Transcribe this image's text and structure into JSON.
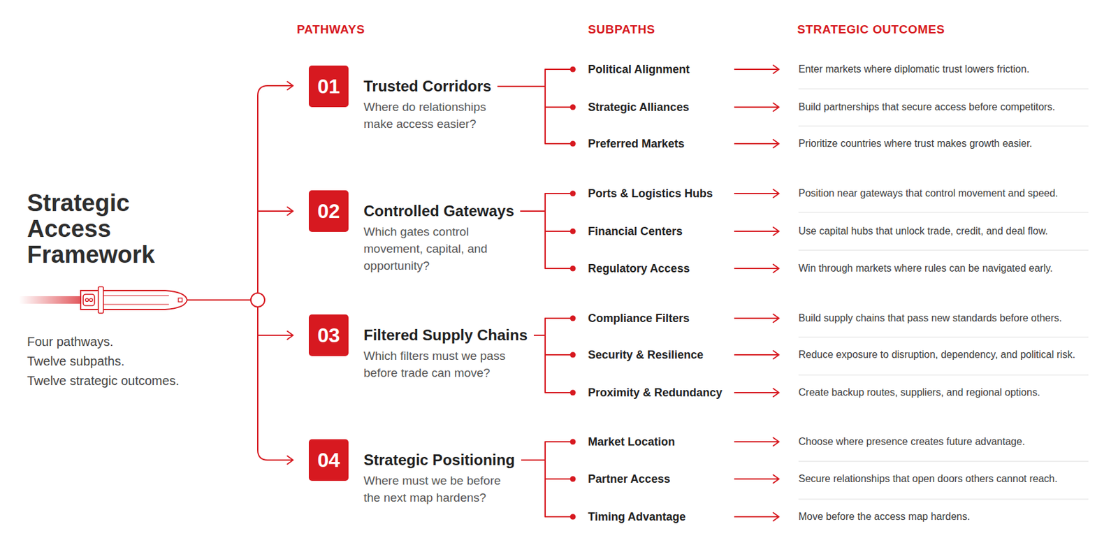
{
  "diagram": {
    "title": "Strategic Access Framework",
    "nodes": [
      {
        "text": [
          "01"
        ]
      },
      {
        "text": [
          "Trusted Corridors",
          "Where do relationships make access easier?"
        ]
      },
      {
        "text": [
          "Political Alignment"
        ]
      },
      {
        "text": [
          "Strategic Alliances"
        ]
      },
      {
        "text": [
          "Preferred Markets"
        ]
      },
      {
        "text": [
          "Enter markets where diplomatic trust lowers friction."
        ]
      },
      {
        "text": [
          "Build partnerships that secure access before competitors."
        ]
      },
      {
        "text": [
          "Prioritize countries where trust makes growth easier."
        ]
      },
      {
        "text": [
          "02"
        ]
      },
      {
        "text": [
          "Controlled Gateways",
          "Which gates control movement, capital, and opportunity?"
        ]
      },
      {
        "text": [
          "Ports & Logistics Hubs"
        ]
      },
      {
        "text": [
          "Financial Centers"
        ]
      },
      {
        "text": [
          "Regulatory Access"
        ]
      },
      {
        "text": [
          "Position near gateways that control movement and speed."
        ]
      },
      {
        "text": [
          "Use capital hubs that unlock trade, credit, and deal flow."
        ]
      },
      {
        "text": [
          "Win through markets where rules can be navigated early."
        ]
      },
      {
        "text": [
          "03"
        ]
      },
      {
        "text": [
          "Filtered Supply Chains",
          "Which filters must we pass before trade can move?"
        ]
      },
      {
        "text": [
          "Compliance Filters"
        ]
      },
      {
        "text": [
          "Security & Resilience"
        ]
      },
      {
        "text": [
          "Proximity & Redundancy"
        ]
      },
      {
        "text": [
          "Build supply chains that pass new standards before others."
        ]
      },
      {
        "text": [
          "Reduce exposure to disruption, dependency, and political risk."
        ]
      },
      {
        "text": [
          "Create backup routes, suppliers, and regional options."
        ]
      },
      {
        "text": [
          "04"
        ]
      },
      {
        "text": [
          "Strategic Positioning",
          "Where must we be before the next map hardens?"
        ]
      },
      {
        "text": [
          "Market Location"
        ]
      },
      {
        "text": [
          "Partner Access"
        ]
      },
      {
        "text": [
          "Timing Advantage"
        ]
      },
      {
        "text": [
          "Choose where presence creates future advantage."
        ]
      },
      {
        "text": [
          "Secure relationships that open doors others cannot reach."
        ]
      },
      {
        "text": [
          "Move before the access map hardens."
        ]
      }
    ],
    "edges": [
      {
        "from": 1,
        "to": 2,
        "arrow": "none"
      },
      {
        "from": 1,
        "to": 3,
        "arrow": "none"
      },
      {
        "from": 1,
        "to": 4,
        "arrow": "none"
      },
      {
        "from": 2,
        "to": 5,
        "arrow": "to"
      },
      {
        "from": 3,
        "to": 6,
        "arrow": "to"
      },
      {
        "from": 4,
        "to": 7,
        "arrow": "to"
      },
      {
        "from": 9,
        "to": 10,
        "arrow": "none"
      },
      {
        "from": 9,
        "to": 11,
        "arrow": "none"
      },
      {
        "from": 9,
        "to": 12,
        "arrow": "none"
      },
      {
        "from": 10,
        "to": 13,
        "arrow": "to"
      },
      {
        "from": 11,
        "to": 14,
        "arrow": "to"
      },
      {
        "from": 12,
        "to": 15,
        "arrow": "to"
      },
      {
        "from": 17,
        "to": 18,
        "arrow": "none"
      },
      {
        "from": 17,
        "to": 19,
        "arrow": "none"
      },
      {
        "from": 17,
        "to": 20,
        "arrow": "none"
      },
      {
        "from": 18,
        "to": 21,
        "arrow": "to"
      },
      {
        "from": 19,
        "to": 22,
        "arrow": "to"
      },
      {
        "from": 20,
        "to": 23,
        "arrow": "to"
      },
      {
        "from": 25,
        "to": 26,
        "arrow": "none"
      },
      {
        "from": 25,
        "to": 27,
        "arrow": "none"
      },
      {
        "from": 25,
        "to": 28,
        "arrow": "none"
      },
      {
        "from": 26,
        "to": 29,
        "arrow": "to"
      },
      {
        "from": 27,
        "to": 30,
        "arrow": "to"
      },
      {
        "from": 28,
        "to": 31,
        "arrow": "to"
      }
    ],
    "labels": [
      "PATHWAYS",
      "SUBPATHS",
      "STRATEGIC OUTCOMES",
      "Four pathways.",
      "Twelve subpaths.",
      "Twelve strategic outcomes."
    ]
  }
}
